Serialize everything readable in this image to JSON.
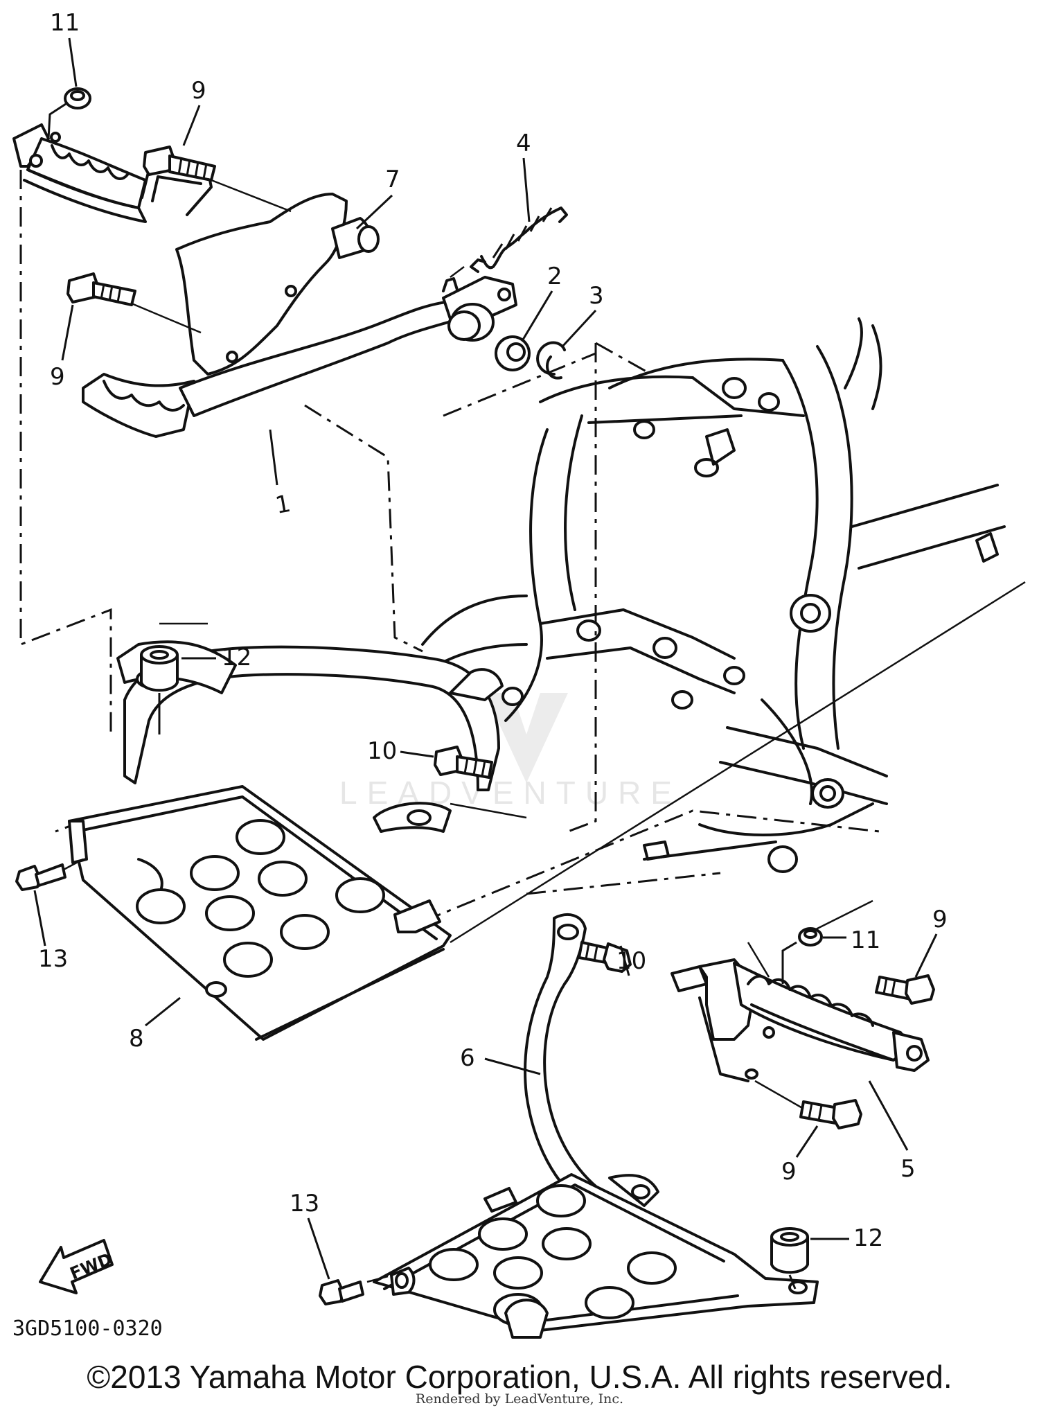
{
  "diagram": {
    "drawing_code": "3GD5100-0320",
    "copyright": "©2013 Yamaha Motor Corporation, U.S.A. All rights reserved.",
    "rendered_by": "Rendered by LeadVenture, Inc.",
    "watermark": "LEADVENTURE",
    "direction_label": "FWD",
    "callouts": [
      {
        "id": "c11a",
        "label": "11"
      },
      {
        "id": "c9a",
        "label": "9"
      },
      {
        "id": "c7",
        "label": "7"
      },
      {
        "id": "c4",
        "label": "4"
      },
      {
        "id": "c2",
        "label": "2"
      },
      {
        "id": "c3",
        "label": "3"
      },
      {
        "id": "c9b",
        "label": "9"
      },
      {
        "id": "c1",
        "label": "1"
      },
      {
        "id": "c12a",
        "label": "12"
      },
      {
        "id": "c10a",
        "label": "10"
      },
      {
        "id": "c13a",
        "label": "13"
      },
      {
        "id": "c8",
        "label": "8"
      },
      {
        "id": "c11b",
        "label": "11"
      },
      {
        "id": "c9c",
        "label": "9"
      },
      {
        "id": "c10b",
        "label": "10"
      },
      {
        "id": "c6",
        "label": "6"
      },
      {
        "id": "c9d",
        "label": "9"
      },
      {
        "id": "c5",
        "label": "5"
      },
      {
        "id": "c13b",
        "label": "13"
      },
      {
        "id": "c12b",
        "label": "12"
      }
    ]
  }
}
